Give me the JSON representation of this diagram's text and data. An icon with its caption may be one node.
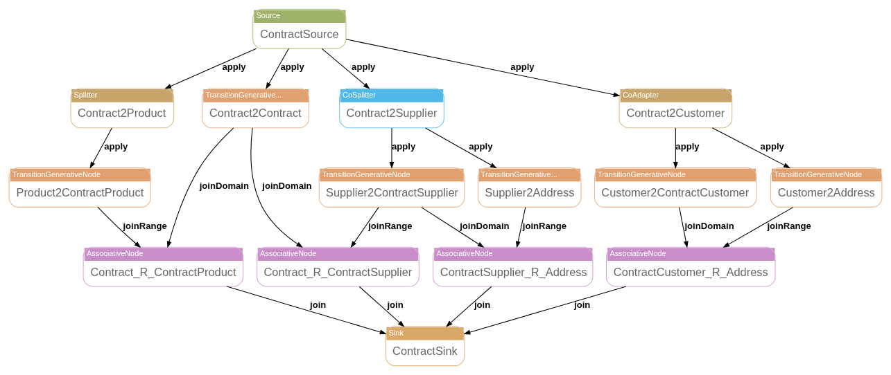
{
  "diagram": {
    "nodes": [
      {
        "text": [
          "Source",
          "ContractSource"
        ]
      },
      {
        "text": [
          "Splitter",
          "Contract2Product"
        ]
      },
      {
        "text": [
          "TransitionGenerative...",
          "Contract2Contract"
        ]
      },
      {
        "text": [
          "CoSplitter",
          "Contract2Supplier"
        ]
      },
      {
        "text": [
          "CoAdapter",
          "Contract2Customer"
        ]
      },
      {
        "text": [
          "TransitionGenerativeNode",
          "Product2ContractProduct"
        ]
      },
      {
        "text": [
          "TransitionGenerativeNode",
          "Supplier2ContractSupplier"
        ]
      },
      {
        "text": [
          "TransitionGenerative...",
          "Supplier2Address"
        ]
      },
      {
        "text": [
          "TransitionGenerativeNode",
          "Customer2ContractCustomer"
        ]
      },
      {
        "text": [
          "TransitionGenerativeNode",
          "Customer2Address"
        ]
      },
      {
        "text": [
          "AssociativeNode",
          "Contract_R_ContractProduct"
        ]
      },
      {
        "text": [
          "AssociativeNode",
          "Contract_R_ContractSupplier"
        ]
      },
      {
        "text": [
          "AssociativeNode",
          "ContractSupplier_R_Address"
        ]
      },
      {
        "text": [
          "AssociativeNode",
          "ContractCustomer_R_Address"
        ]
      },
      {
        "text": [
          "Sink",
          "ContractSink"
        ]
      }
    ],
    "edges": [
      {
        "from": 0,
        "to": 1,
        "arrow": "to",
        "label": "apply"
      },
      {
        "from": 0,
        "to": 2,
        "arrow": "to",
        "label": "apply"
      },
      {
        "from": 0,
        "to": 3,
        "arrow": "to",
        "label": "apply"
      },
      {
        "from": 0,
        "to": 4,
        "arrow": "to",
        "label": "apply"
      },
      {
        "from": 1,
        "to": 5,
        "arrow": "to",
        "label": "apply"
      },
      {
        "from": 3,
        "to": 6,
        "arrow": "to",
        "label": "apply"
      },
      {
        "from": 3,
        "to": 7,
        "arrow": "to",
        "label": "apply"
      },
      {
        "from": 4,
        "to": 8,
        "arrow": "to",
        "label": "apply"
      },
      {
        "from": 4,
        "to": 9,
        "arrow": "to",
        "label": "apply"
      },
      {
        "from": 5,
        "to": 10,
        "arrow": "to",
        "label": "joinRange"
      },
      {
        "from": 2,
        "to": 10,
        "arrow": "to",
        "label": "joinDomain"
      },
      {
        "from": 2,
        "to": 11,
        "arrow": "to",
        "label": "joinDomain"
      },
      {
        "from": 6,
        "to": 11,
        "arrow": "to",
        "label": "joinRange"
      },
      {
        "from": 6,
        "to": 12,
        "arrow": "to",
        "label": "joinDomain"
      },
      {
        "from": 7,
        "to": 12,
        "arrow": "to",
        "label": "joinRange"
      },
      {
        "from": 8,
        "to": 13,
        "arrow": "to",
        "label": "joinDomain"
      },
      {
        "from": 9,
        "to": 13,
        "arrow": "to",
        "label": "joinRange"
      },
      {
        "from": 10,
        "to": 14,
        "arrow": "to",
        "label": "join"
      },
      {
        "from": 11,
        "to": 14,
        "arrow": "to",
        "label": "join"
      },
      {
        "from": 12,
        "to": 14,
        "arrow": "to",
        "label": "join"
      },
      {
        "from": 13,
        "to": 14,
        "arrow": "to",
        "label": "join"
      }
    ]
  }
}
